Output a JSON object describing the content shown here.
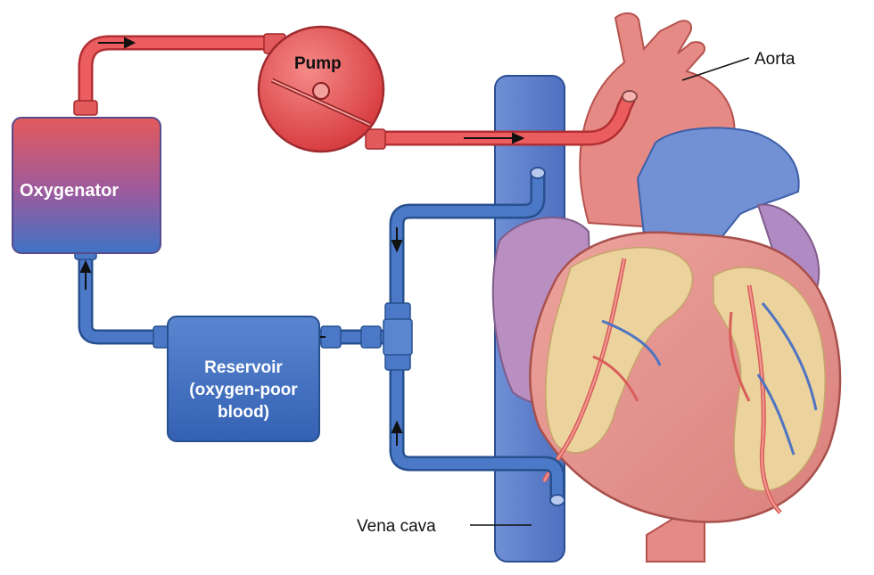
{
  "labels": {
    "pump": "Pump",
    "oxygenator": "Oxygenator",
    "reservoir_line1": "Reservoir",
    "reservoir_line2": "(oxygen-poor",
    "reservoir_line3": "blood)",
    "aorta": "Aorta",
    "vena_cava": "Vena cava"
  },
  "colors": {
    "oxygenated": "#e34a4d",
    "deoxygenated": "#3d6fc0",
    "heart_muscle": "#e5918c",
    "fat": "#ecd29c",
    "atrium": "#b88fc0",
    "text": "#111111"
  }
}
